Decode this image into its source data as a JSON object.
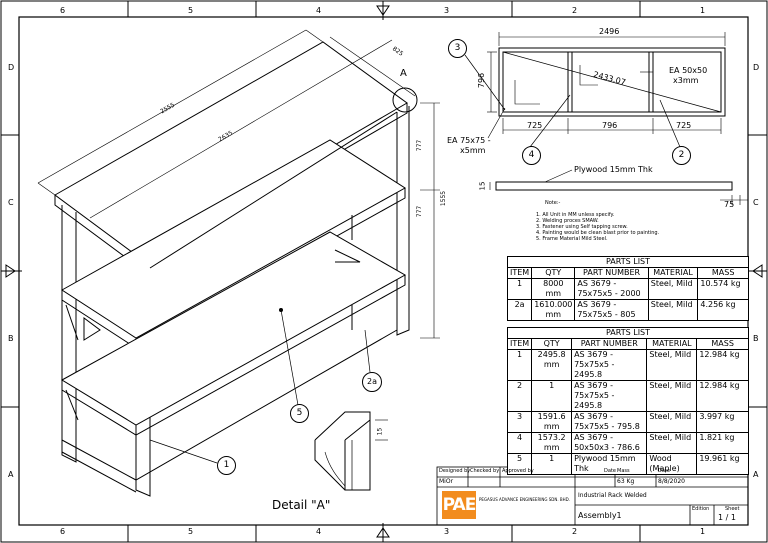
{
  "zones": {
    "columns": [
      "6",
      "5",
      "4",
      "3",
      "2",
      "1"
    ],
    "rows": [
      "D",
      "C",
      "B",
      "A"
    ]
  },
  "dims": {
    "top_width": "2496",
    "diagonal": "2433.07",
    "left_height": "796",
    "seg1": "725",
    "seg2": "796",
    "seg3": "725",
    "ea_small": "EA 50x50",
    "ea_small_thk": "x3mm",
    "ea_large": "EA 75x75 -",
    "ea_large_thk": "x5mm",
    "plywood_label": "Plywood 15mm Thk",
    "ply_thk": "15",
    "ply_end": "75",
    "iso_length": "2555",
    "iso_depth": "825",
    "iso_diag": "2635",
    "iso_h1": "777",
    "iso_h2": "777",
    "iso_total": "1555",
    "detail_dim": "15"
  },
  "balloons": {
    "b3": "3",
    "b4": "4",
    "b2": "2",
    "b2a": "2a",
    "b5": "5",
    "b1": "1",
    "detail_a": "A"
  },
  "detail_label": "Detail \"A\"",
  "notes": {
    "title": "Note:-",
    "items": [
      "1. All Unit in MM unless specify.",
      "2. Welding proces SMAW.",
      "3. Fastener using Self tapping screw.",
      "4. Painting would be clean blast prior to painting.",
      "5. Frame Material Mild Steel."
    ]
  },
  "parts_list_1": {
    "title": "PARTS LIST",
    "headers": [
      "ITEM",
      "QTY",
      "PART NUMBER",
      "MATERIAL",
      "MASS"
    ],
    "rows": [
      [
        "1",
        "8000 mm",
        "AS 3679 - 75x75x5 - 2000",
        "Steel, Mild",
        "10.574 kg"
      ],
      [
        "2a",
        "1610.000 mm",
        "AS 3679 - 75x75x5 - 805",
        "Steel, Mild",
        "4.256 kg"
      ]
    ]
  },
  "parts_list_2": {
    "title": "PARTS LIST",
    "headers": [
      "ITEM",
      "QTY",
      "PART NUMBER",
      "MATERIAL",
      "MASS"
    ],
    "rows": [
      [
        "1",
        "2495.8 mm",
        "AS 3679 - 75x75x5 - 2495.8",
        "Steel, Mild",
        "12.984 kg"
      ],
      [
        "2",
        "1",
        "AS 3679 - 75x75x5 - 2495.8",
        "Steel, Mild",
        "12.984 kg"
      ],
      [
        "3",
        "1591.6 mm",
        "AS 3679 - 75x75x5 - 795.8",
        "Steel, Mild",
        "3.997 kg"
      ],
      [
        "4",
        "1573.2 mm",
        "AS 3679 - 50x50x3 - 786.6",
        "Steel, Mild",
        "1.821 kg"
      ],
      [
        "5",
        "1",
        "Plywood 15mm Thk",
        "Wood (Maple)",
        "19.961 kg"
      ]
    ]
  },
  "title_block": {
    "designed_by_label": "Designed by",
    "designed_by": "MiOr",
    "checked_by_label": "Checked by",
    "approved_by_label": "Approved by",
    "date_label": "Date",
    "mass_label": "Mass",
    "mass": "63 Kg",
    "date2_label": "Date",
    "date": "8/8/2020",
    "logo": "PAE",
    "company": "PEGASUS ADVANCE ENGINEERING SDN. BHD.",
    "drawing_title": "Industrial Rack Welded",
    "drawing_name": "Assembly1",
    "edition_label": "Edition",
    "sheet_label": "Sheet",
    "sheet": "1 / 1"
  },
  "colors": {
    "logo_bg": "#f28c1e",
    "logo_fg": "#ffffff",
    "logo_accent": "#c8102e"
  }
}
